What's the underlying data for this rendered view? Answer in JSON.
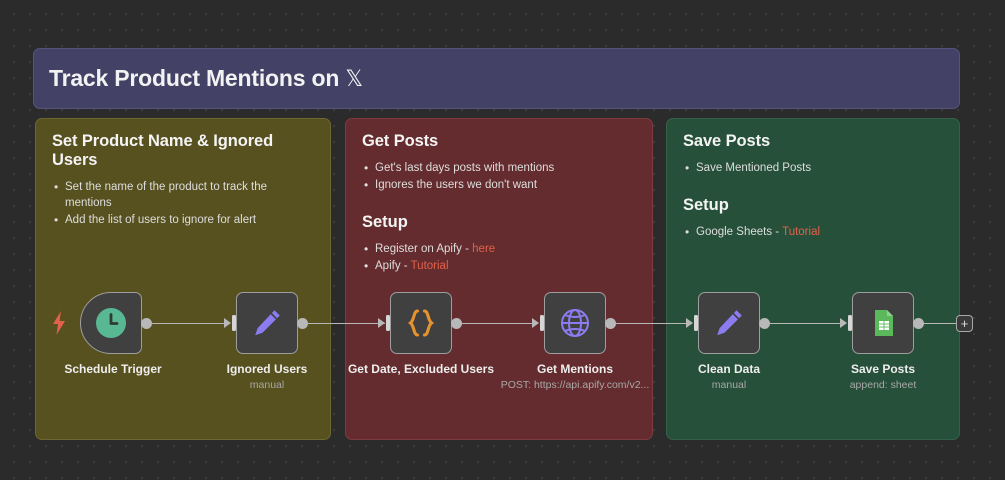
{
  "header": {
    "title_main": "Track Product Mentions on ",
    "title_icon": "𝕏",
    "banner_color": "#434266"
  },
  "notes": [
    {
      "id": "note-1",
      "color": "#57501f",
      "heading": "Set Product Name & Ignored Users",
      "bullets": [
        "Set the name of the product to track the mentions",
        "Add the list of users to ignore for alert"
      ],
      "setup_heading": null,
      "setup_bullets": []
    },
    {
      "id": "note-2",
      "color": "#642c2e",
      "heading": "Get Posts",
      "bullets": [
        "Get's last days posts with mentions",
        "Ignores the users we don't want"
      ],
      "setup_heading": "Setup",
      "setup_bullets": [
        {
          "prefix": "Register on Apify - ",
          "link": "here"
        },
        {
          "prefix": "Apify - ",
          "link": "Tutorial"
        }
      ]
    },
    {
      "id": "note-3",
      "color": "#27503a",
      "heading": "Save Posts",
      "bullets": [
        "Save Mentioned Posts"
      ],
      "setup_heading": "Setup",
      "setup_bullets": [
        {
          "prefix": "Google Sheets - ",
          "link": "Tutorial"
        }
      ]
    }
  ],
  "link_color": "#e2614a",
  "nodes": [
    {
      "id": "schedule-trigger",
      "label": "Schedule Trigger",
      "sublabel": "",
      "icon": "clock-icon",
      "icon_color": "#59b894"
    },
    {
      "id": "ignored-users",
      "label": "Ignored Users",
      "sublabel": "manual",
      "icon": "pencil-icon",
      "icon_color": "#8b7cf0"
    },
    {
      "id": "get-date-excluded",
      "label": "Get Date, Excluded Users",
      "sublabel": "",
      "icon": "code-braces-icon",
      "icon_color": "#e5932f"
    },
    {
      "id": "get-mentions",
      "label": "Get Mentions",
      "sublabel": "POST: https://api.apify.com/v2...",
      "icon": "globe-icon",
      "icon_color": "#8b7cf0"
    },
    {
      "id": "clean-data",
      "label": "Clean Data",
      "sublabel": "manual",
      "icon": "pencil-icon",
      "icon_color": "#8b7cf0"
    },
    {
      "id": "save-posts",
      "label": "Save Posts",
      "sublabel": "append: sheet",
      "icon": "google-sheets-icon",
      "icon_color": "#5bb85b"
    }
  ],
  "add_button": {
    "label": "+"
  },
  "trigger_badge": {
    "name": "lightning-bolt-icon",
    "color": "#e2614a"
  }
}
